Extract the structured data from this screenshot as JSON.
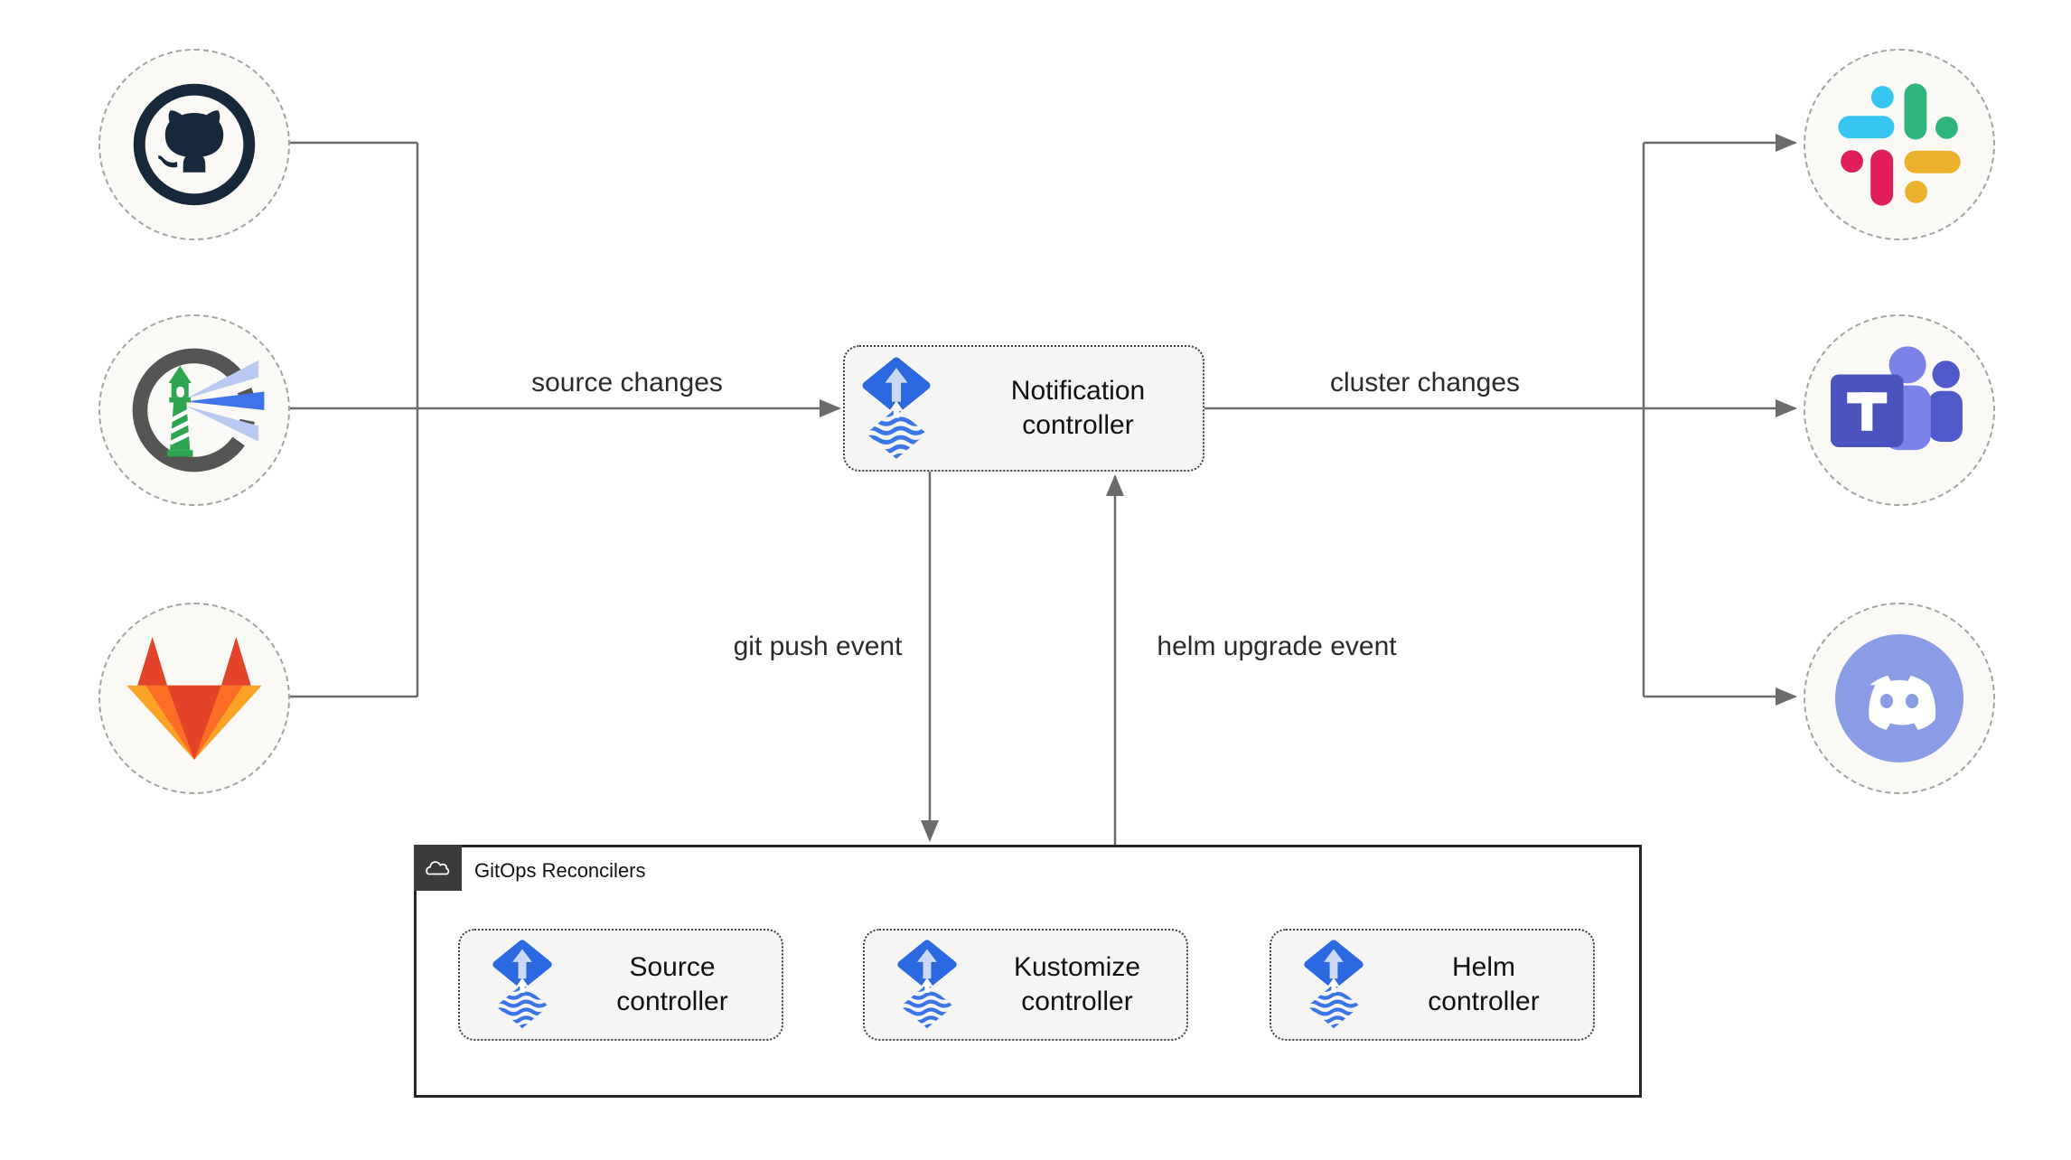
{
  "edge_labels": {
    "source_changes": "source changes",
    "cluster_changes": "cluster changes",
    "git_push_event": "git push event",
    "helm_upgrade_event": "helm upgrade event"
  },
  "nodes": {
    "notification_controller": "Notification controller",
    "source_controller": "Source controller",
    "kustomize_controller": "Kustomize controller",
    "helm_controller": "Helm controller"
  },
  "group": {
    "label": "GitOps Reconcilers",
    "badge_icon": "cloud-icon"
  },
  "icons": {
    "sources": [
      "github-icon",
      "harbor-icon",
      "gitlab-icon"
    ],
    "notifiers": [
      "slack-icon",
      "teams-icon",
      "discord-icon"
    ],
    "controller_icon": "flux-icon"
  },
  "colors": {
    "connector": "#6b6b6b",
    "node_fill": "#f5f5f5",
    "node_border": "#3c3c3c",
    "circle_fill": "#faf9f6",
    "circle_border": "#a3a3a3",
    "group_border": "#262626",
    "badge_fill": "#3b3b3b",
    "flux_blue": "#2c68e0",
    "slack_blue": "#36c5f0",
    "slack_green": "#2eb67d",
    "slack_pink": "#e01e5a",
    "slack_yellow": "#ecb22e",
    "teams_purple": "#4b53bc",
    "discord_blurple": "#8a9ce5",
    "gitlab_red": "#e24329",
    "gitlab_orange": "#fc6d26",
    "gitlab_amber": "#fca326",
    "github_dark": "#17283a",
    "harbor_gray": "#555555",
    "harbor_green": "#2da44e",
    "harbor_beam": "#3f73ea"
  }
}
